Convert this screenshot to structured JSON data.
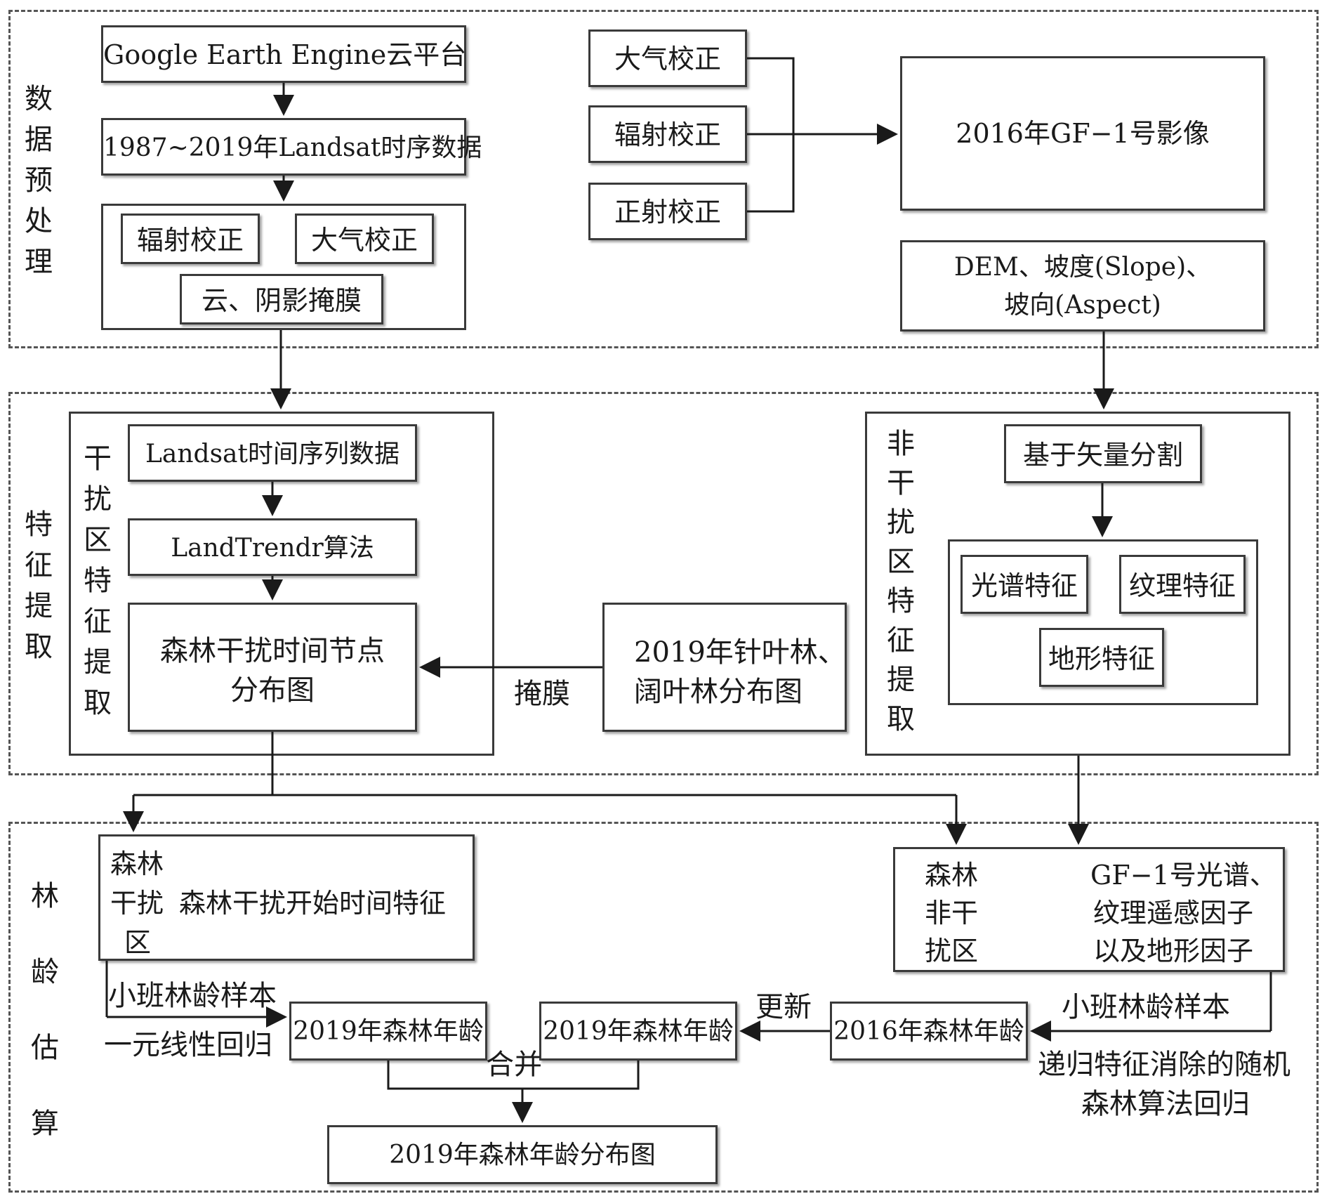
{
  "sections": {
    "preprocess": "数据预处理",
    "feature": "特征提取",
    "forest_age": "林龄估算"
  },
  "preprocess": {
    "gee": "Google Earth Engine云平台",
    "landsat_series": "1987~2019年Landsat时序数据",
    "radiometric": "辐射校正",
    "atmospheric": "大气校正",
    "cloud_mask": "云、阴影掩膜",
    "gf_atmospheric": "大气校正",
    "gf_radiometric": "辐射校正",
    "gf_ortho": "正射校正",
    "gf_image": "2016年GF−1号影像",
    "dem_line1": "DEM、坡度(Slope)、",
    "dem_line2": "坡向(Aspect)"
  },
  "feature": {
    "disturbed_label": "干扰区特征提取",
    "landsat_ts": "Landsat时间序列数据",
    "landtrendr": "LandTrendr算法",
    "node_map_line1": "森林干扰时间节点",
    "node_map_line2": "分布图",
    "mask_label": "掩膜",
    "forest_map_line1": "2019年针叶林、",
    "forest_map_line2": "阔叶林分布图",
    "undisturbed_label": "非干扰区特征提取",
    "segmentation": "基于矢量分割",
    "spectral": "光谱特征",
    "texture": "纹理特征",
    "terrain": "地形特征"
  },
  "age": {
    "disturbed_area_1": "森林",
    "disturbed_area_2": "干扰",
    "disturbed_area_3": "区",
    "start_time_feature": "森林干扰开始时间特征",
    "undisturbed_area_1": "森林",
    "undisturbed_area_2": "非干",
    "undisturbed_area_3": "扰区",
    "gf_factor_1": "GF−1号光谱、",
    "gf_factor_2": "纹理遥感因子",
    "gf_factor_3": "以及地形因子",
    "sample_left": "小班林龄样本",
    "linear_regression": "一元线性回归",
    "age2019_a": "2019年森林年龄",
    "age2019_b": "2019年森林年龄",
    "age2016": "2016年森林年龄",
    "update": "更新",
    "merge": "合并",
    "sample_right": "小班林龄样本",
    "rf_line1": "递归特征消除的随机",
    "rf_line2": "森林算法回归",
    "final_map": "2019年森林年龄分布图"
  }
}
